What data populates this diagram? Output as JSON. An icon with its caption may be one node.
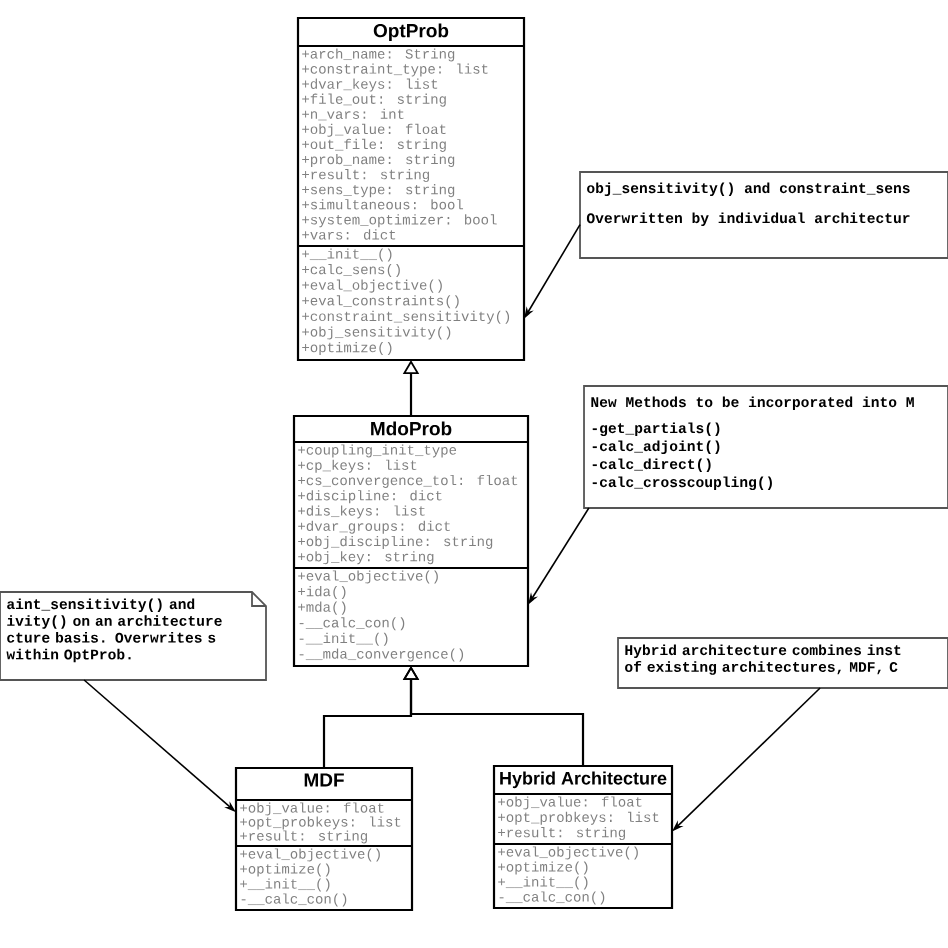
{
  "diagram": {
    "nodes": [
      {
        "text": [
          "OptProb"
        ]
      },
      {
        "text": [
          "+arch_name: String",
          "+constraint_type: list",
          "+dvar_keys: list",
          "+file_out: string",
          "+n_vars: int",
          "+obj_value: float",
          "+out_file: string",
          "+prob_name: string",
          "+result: string",
          "+sens_type: string",
          "+simultaneous: bool",
          "+system_optimizer: bool",
          "+vars: dict"
        ],
        "in": 0
      },
      {
        "text": [
          "+__init__()",
          "+calc_sens()",
          "+eval_objective()",
          "+eval_constraints()",
          "+constraint_sensitivity()",
          "+obj_sensitivity()",
          "+optimize()"
        ],
        "in": 0
      },
      {
        "text": [
          "obj_sensitivity() and constraint_sens",
          "Overwritten by individual architectur"
        ]
      },
      {
        "text": [
          "New Methods to be incorporated into M",
          "-get_partials()",
          "-calc_adjoint()",
          "-calc_direct()",
          "-calc_crosscoupling()"
        ]
      },
      {
        "text": [
          "MdoProb"
        ]
      },
      {
        "text": [
          "+coupling_init_type",
          "+cp_keys: list",
          "+cs_convergence_tol: float",
          "+discipline: dict",
          "+dis_keys: list",
          "+dvar_groups: dict",
          "+obj_discipline: string",
          "+obj_key: string"
        ],
        "in": 5
      },
      {
        "text": [
          "+eval_objective()",
          "+ida()",
          "+mda()",
          "-__calc_con()",
          "-__init__()",
          "-__mda_convergence()"
        ],
        "in": 5
      },
      {
        "text": [
          "aint_sensitivity() and ivity() on an architecture cture basis. Overwrites s within OptProb."
        ]
      },
      {
        "text": [
          "Hybrid architecture combines inst of existing architectures, MDF, C"
        ]
      },
      {
        "text": [
          "MDF"
        ]
      },
      {
        "text": [
          "+obj_value: float",
          "+opt_probkeys: list",
          "+result: string"
        ],
        "in": 10
      },
      {
        "text": [
          "+eval_objective()",
          "+optimize()",
          "+__init__()",
          "-__calc_con()"
        ],
        "in": 10
      },
      {
        "text": [
          "Hybrid Architecture"
        ]
      },
      {
        "text": [
          "+obj_value: float",
          "+opt_probkeys: list",
          "+result: string"
        ],
        "in": 13
      },
      {
        "text": [
          "+eval_objective()",
          "+optimize()",
          "+__init__()",
          "-__calc_con()"
        ],
        "in": 13
      }
    ],
    "edges": [
      {
        "from": 5,
        "to": 0,
        "arrow": "to"
      },
      {
        "from": 10,
        "to": 5,
        "arrow": "to"
      },
      {
        "from": 13,
        "to": 5,
        "arrow": "to"
      },
      {
        "from": 3,
        "to": 2,
        "arrow": "to"
      },
      {
        "from": 4,
        "to": 7,
        "arrow": "to"
      },
      {
        "from": 8,
        "to": 11,
        "arrow": "to"
      },
      {
        "from": 9,
        "to": 14,
        "arrow": "to"
      }
    ]
  }
}
